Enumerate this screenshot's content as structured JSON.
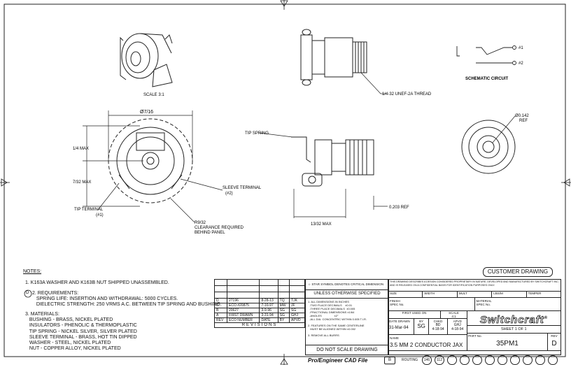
{
  "views": {
    "scale_label": "SCALE   3:1",
    "schematic": {
      "label": "SCHEMATIC CIRCUIT",
      "pin1": "#1",
      "pin2": "#2"
    },
    "front": {
      "dim_diameter": "Ø7/16",
      "dim_quarter": "1/4 MAX",
      "dim_732": "7/32 MAX",
      "sleeve_terminal": [
        "SLEEVE TERMINAL",
        "(#2)"
      ],
      "tip_terminal": [
        "TIP TERMINAL",
        "(#1)"
      ],
      "clearance": [
        "R9/32",
        "CLEARANCE REQUIRED",
        "BEHIND PANEL"
      ]
    },
    "side": {
      "thread": "1/4-32 UNEF-2A THREAD",
      "tip_spring": "TIP SPRING",
      "ref_203": "0.203 REF",
      "dim_1332": "13/32 MAX"
    },
    "end": {
      "diameter": "Ø0.142",
      "ref": "REF"
    }
  },
  "notes": {
    "heading": "NOTES:",
    "n1": "1. K163A WASHER AND K163B NUT SHIPPED UNASSEMBLED.",
    "n2_marker": "D",
    "n2": "2. REQUIREMENTS:\n   SPRING LIFE: INSERTION AND WITHDRAWAL: 5000 CYCLES.\n   DIELECTRIC STRENGTH: 250 VRMS A.C. BETWEEN TIP SPRING AND BUSHING.",
    "n3": "3. MATERIALS:\n   BUSHING - BRASS, NICKEL PLATED\n   INSULATORS - PHENOLIC & THERMOPLASTIC\n   TIP SPRING - NICKEL SILVER, SILVER PLATED\n   SLEEVE TERMINAL - BRASS, HOT TIN DIPPED\n   WASHER - STEEL, NICKEL PLATED\n   NUT - COPPER ALLOY, NICKEL PLATED"
  },
  "customer_drawing": "CUSTOMER DRAWING",
  "revisions": {
    "rows": [
      {
        "rev": "D",
        "eco": "27196",
        "date": "8-28-13",
        "by": "TQ",
        "apvd": "TJK"
      },
      {
        "rev": "C",
        "eco": "ECO #20875",
        "date": "7-10-97",
        "by": "MW",
        "apvd": "JF"
      },
      {
        "rev": "B",
        "eco": "20627",
        "date": "3-9-96",
        "by": "SG",
        "apvd": "SG"
      },
      {
        "rev": "A",
        "eco": "FIRST DRAWN",
        "date": "3-31-94",
        "by": "SG",
        "apvd": "GHJ"
      }
    ],
    "headers": {
      "rev": "REV",
      "eco": "ECO NUMBER",
      "date": "DATE",
      "by": "BY",
      "apvd": "APVD"
    },
    "title": "REVISIONS"
  },
  "spec": {
    "star_note": "STAR SYMBOL DENOTES CRITICAL DIMENSION",
    "unless": "UNLESS OTHERWISE SPECIFIED",
    "tolerances": "1. ALL DIMENSIONS IN INCHES\n  -TWO PLACE DECIMALS    ±0.01\n  -THREE PLACE DECIMALS  ±0.005\n  -FRACTIONAL DIMENSIONS ±1/64\n  -ANGLES                ±2°\n  -ALL DIA. CONCENTRIC WITHIN 0.005 T.I.R.",
    "features": "2. FEATURES ON THE SAME CENTERLINE\n   MUST BE ALIGNED WITHIN ±0.002",
    "burrs": "3. REMOVE ALL BURRS",
    "do_not_scale": "DO NOT SCALE DRAWING"
  },
  "title_block": {
    "proprietary": "THIS DRAWING DESCRIBES A DESIGN CONSIDERED PROPRIETARY IN NATURE, DEVELOPED AND MANUFACTURED BY SWITCHCRAFT INC. AND IS RELEASED ON A CONFIDENTIAL BASIS FOR IDENTIFICATION PURPOSES ONLY.",
    "size": "SIZE",
    "width": "WIDTH",
    "mult": "MULT",
    "lbs_m": "LBS/M",
    "temper": "TEMPER",
    "finish": "FINISH",
    "spec_no": "SPEC No.",
    "material": "MATERIAL",
    "spec_no2": "SPEC No.",
    "first_used_on": "FIRST USED ON",
    "scale_lbl": "SCALE",
    "scale_val": "4:1",
    "date_drawn_lbl": "DATE DRAWN",
    "date_drawn": "31-Mar-94",
    "by_lbl": "BY",
    "by": "SG",
    "chkd_lbl": "CHKD",
    "chkd": "BD\n4-18-94",
    "apvd_lbl": "APVD",
    "apvd": "GHJ\n4-18-94",
    "brand": "Switchcraft",
    "brand_mark": "®",
    "sheet": "SHEET  1  OF  1",
    "name_lbl": "NAME",
    "name": "3.5 MM 2 CONDUCTOR JAX",
    "part_lbl": "PART No.",
    "part": "35PM1",
    "rev_lbl": "REV",
    "rev": "D"
  },
  "footer": {
    "cad": "Pro/Engineer CAD File",
    "cad_badge": "B",
    "routing": "ROUTING",
    "route1": "146",
    "route2": "112"
  }
}
